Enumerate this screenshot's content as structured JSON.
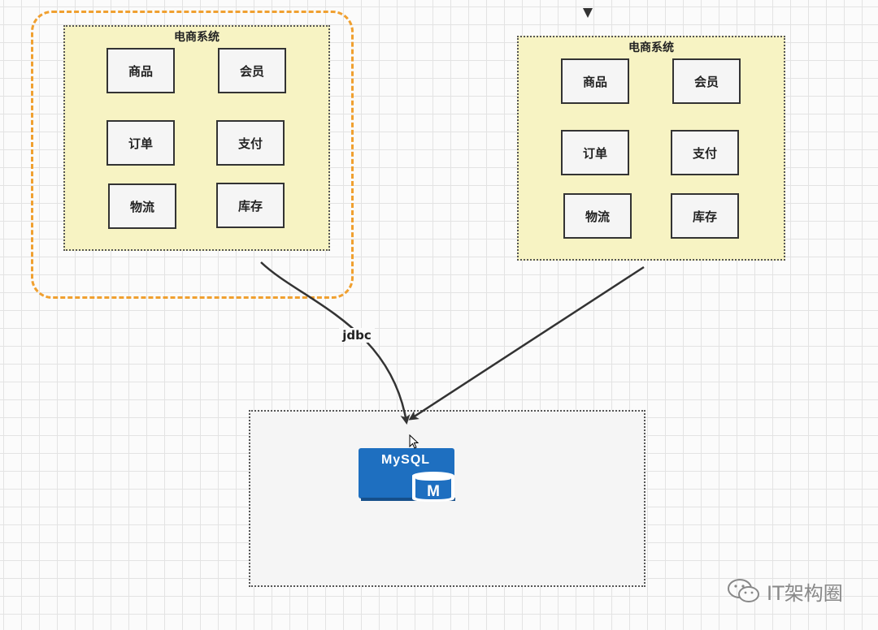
{
  "diagram": {
    "left_system": {
      "title": "电商系统",
      "modules": [
        "商品",
        "会员",
        "订单",
        "支付",
        "物流",
        "库存"
      ]
    },
    "right_system": {
      "title": "电商系统",
      "modules": [
        "商品",
        "会员",
        "订单",
        "支付",
        "物流",
        "库存"
      ]
    },
    "connection_label": "jdbc",
    "database": {
      "logo_text": "MySQL",
      "logo_badge": "M"
    },
    "colors": {
      "system_fill": "#f7f3c3",
      "highlight_border": "#f0a030",
      "mysql_blue": "#1e6fc0"
    }
  },
  "watermark": {
    "text": "IT架构圈",
    "icon": "wechat-icon"
  }
}
